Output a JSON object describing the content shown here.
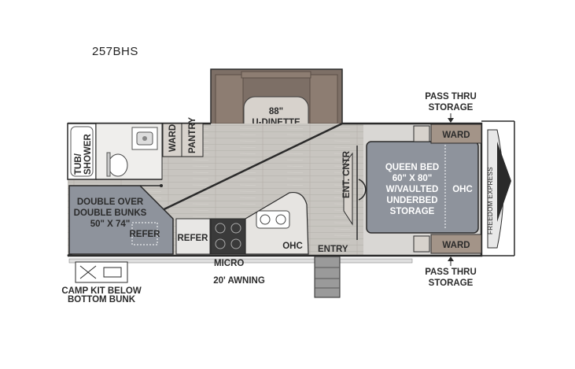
{
  "model": "257BHS",
  "brand": "FREEDOM EXPRESS",
  "labels": {
    "dinette": [
      "88\"",
      "U-DINETTE"
    ],
    "tub": [
      "TUB/",
      "SHOWER"
    ],
    "ward_small": "WARD",
    "pantry": "PANTRY",
    "bunks": [
      "DOUBLE OVER",
      "DOUBLE BUNKS",
      "50\" X 74\""
    ],
    "bunk_refer": "REFER",
    "refer": "REFER",
    "ohc_kitchen": "OHC",
    "ent_ctr": "ENT. CNTR",
    "queen": [
      "QUEEN BED",
      "60\" X 80\"",
      "W/VAULTED",
      "UNDERBED",
      "STORAGE"
    ],
    "ohc_bed": "OHC",
    "ward_top": "WARD",
    "ward_bottom": "WARD",
    "pass_thru_top": [
      "PASS THRU",
      "STORAGE"
    ],
    "pass_thru_bottom": [
      "PASS THRU",
      "STORAGE"
    ],
    "micro": "MICRO",
    "entry": "ENTRY",
    "awning": "20' AWNING",
    "camp_kit": [
      "CAMP KIT BELOW",
      "BOTTOM BUNK"
    ]
  },
  "colors": {
    "wall": "#2a2a2a",
    "floor": "#c9c6c1",
    "slideout": "#8a7a6e",
    "bed": "#8e939c",
    "ward": "#9c8c80"
  }
}
